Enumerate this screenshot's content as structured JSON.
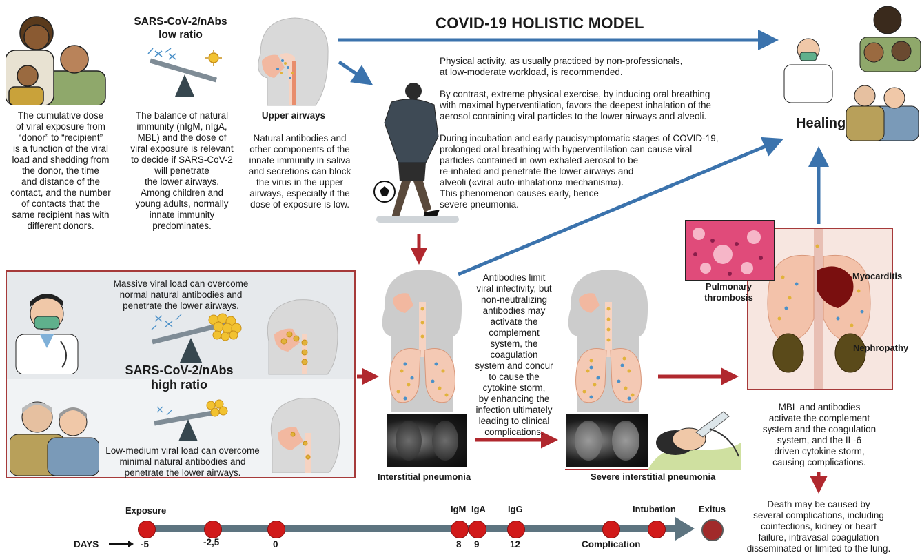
{
  "title": "COVID-19 HOLISTIC MODEL",
  "left_top": {
    "ratio_title": "SARS-CoV-2/nAbs\nlow ratio",
    "col1_text": "The cumulative dose\nof viral exposure from\n“donor” to “recipient”\nis a function of the viral\nload and shedding from\nthe donor, the time\nand distance of the\ncontact, and the number\nof contacts that the\nsame recipient has with\ndifferent donors.",
    "col2_text": "The balance of natural\nimmunity (nIgM, nIgA,\nMBL) and the dose of\nviral exposure is relevant\nto decide if SARS-CoV-2\nwill penetrate\nthe lower airways.\nAmong children and\nyoung adults, normally\ninnate immunity\npredominates.",
    "col3_title": "Upper airways",
    "col3_text": "Natural antibodies and\nother components of the\ninnate immunity in saliva\nand secretions can block\nthe virus in the upper\nairways, especially if the\ndose of exposure is low."
  },
  "physical_activity": {
    "p1": "Physical activity, as usually practiced by non-professionals,\nat low-moderate workload, is recommended.",
    "p2": "By contrast, extreme physical exercise, by inducing oral breathing\n with maximal hyperventilation, favors the deepest inhalation of the\naerosol containing viral particles to the lower airways and alveoli.",
    "p3": "During incubation and early paucisymptomatic stages of COVID-19,\nprolonged oral breathing with hyperventilation can cause viral\nparticles contained in own exhaled aerosol to be\nre-inhaled and penetrate the lower airways and\nalveoli («viral auto-inhalation» mechanism»).\nThis phenomenon causes early, hence\nsevere pneumonia."
  },
  "healing_label": "Healing",
  "box": {
    "top_text": "Massive viral load can overcome\nnormal natural antibodies and\npenetrate the lower airways.",
    "ratio_title": "SARS-CoV-2/nAbs\nhigh ratio",
    "bottom_text": "Low-medium viral load can overcome\nminimal natural antibodies and\npenetrate the lower airways."
  },
  "antibodies_text": "Antibodies limit\nviral infectivity, but\nnon-neutralizing\nantibodies may\nactivate the\ncomplement\nsystem, the\ncoagulation\nsystem and concur\nto cause the\ncytokine storm,\nby enhancing the\ninfection ultimately\nleading to clinical\ncomplications.",
  "interstitial_label": "Interstitial pneumonia",
  "severe_label": "Severe interstitial pneumonia",
  "organ_labels": {
    "pulmonary": "Pulmonary\nthrombosis",
    "myocarditis": "Myocarditis",
    "nephropathy": "Nephropathy"
  },
  "mbl_text": "MBL and antibodies\nactivate the complement\nsystem and the coagulation\nsystem, and the IL-6\ndriven cytokine storm,\ncausing complications.",
  "death_text": "Death may be caused by\nseveral complications, including\ncoinfections, kidney or heart\nfailure, intravasal coagulation\ndisseminated or limited to the lung.",
  "timeline": {
    "days_label": "DAYS",
    "events": [
      {
        "top": "Exposure",
        "bottom": "-5"
      },
      {
        "top": "",
        "bottom": "-2,5"
      },
      {
        "top": "",
        "bottom": "0"
      },
      {
        "top": "IgM",
        "bottom": "8"
      },
      {
        "top": "IgA",
        "bottom": "9"
      },
      {
        "top": "IgG",
        "bottom": "12"
      },
      {
        "top": "",
        "bottom": "Complication"
      },
      {
        "top": "Intubation",
        "bottom": ""
      },
      {
        "top": "Exitus",
        "bottom": ""
      }
    ]
  },
  "colors": {
    "blue_arrow": "#3b73ad",
    "red_arrow": "#b0282e",
    "dot": "#d11a1a",
    "exitus_dot": "#a12a2a",
    "timeline_bar": "#5d7480"
  }
}
